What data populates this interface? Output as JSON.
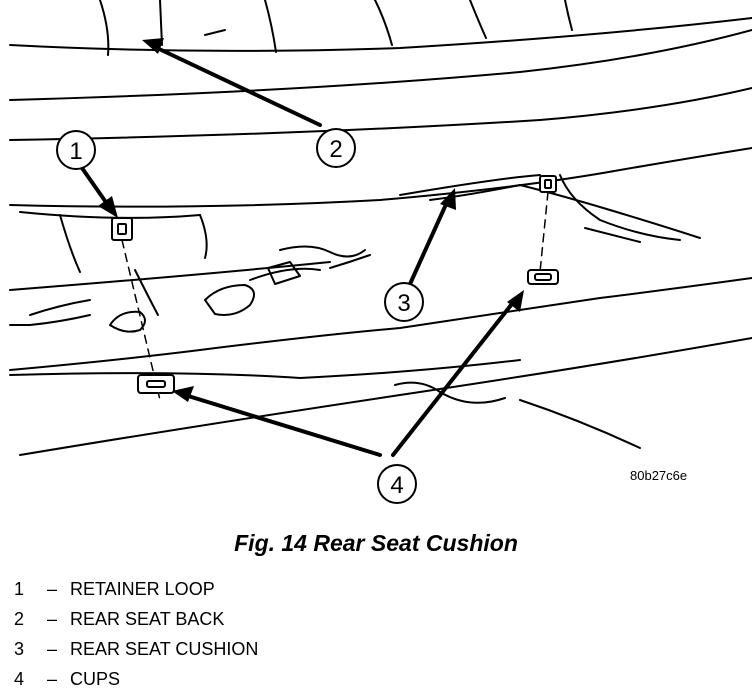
{
  "figure": {
    "caption": "Fig. 14 Rear Seat Cushion",
    "image_code": "80b27c6e",
    "callouts": [
      "1",
      "2",
      "3",
      "4"
    ]
  },
  "legend": [
    {
      "number": "1",
      "separator": "–",
      "label": "RETAINER LOOP"
    },
    {
      "number": "2",
      "separator": "–",
      "label": "REAR SEAT BACK"
    },
    {
      "number": "3",
      "separator": "–",
      "label": "REAR SEAT CUSHION"
    },
    {
      "number": "4",
      "separator": "–",
      "label": "CUPS"
    }
  ]
}
